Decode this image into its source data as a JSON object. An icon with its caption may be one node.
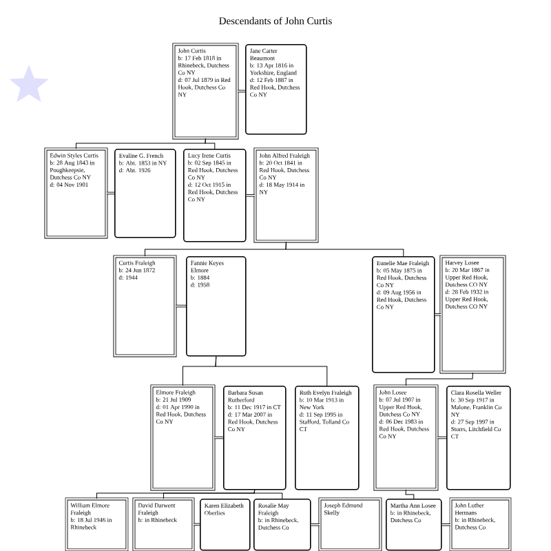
{
  "diagram": {
    "title": "Descendants of John Curtis",
    "nodes": [
      {
        "text": [
          "John Curtis",
          "b: 17 Feb 1818 in Rhinebeck, Dutchess Co NY",
          "d: 07 Jul 1879 in Red Hook, Dutchess Co NY"
        ]
      },
      {
        "text": [
          "Jane Carter Beaumont",
          "b: 13 Apr 1816 in Yorkshire, England",
          "d: 12 Feb 1887 in Red Hook, Dutchess Co NY"
        ]
      },
      {
        "text": [
          "Edwin Styles Curtis",
          "b: 28 Aug 1843 in Poughkeepsie, Dutchess Co NY",
          "d: 04 Nov 1901"
        ]
      },
      {
        "text": [
          "Evaline G. French",
          "b: Abt. 1853 in NY",
          "d: Abt. 1926"
        ]
      },
      {
        "text": [
          "Lucy Irene Curtis",
          "b: 02 Sep 1845 in Red Hook, Dutchess Co NY",
          "d: 12 Oct 1915 in Red Hook, Dutchess Co NY"
        ]
      },
      {
        "text": [
          "John Alfred Fraleigh",
          "b: 20 Oct 1841 in Red Hook, Dutchess Co NY",
          "d: 18 May 1914 in NY"
        ]
      },
      {
        "text": [
          "Curtis Fraleigh",
          "b: 24 Jun 1872",
          "d: 1944"
        ]
      },
      {
        "text": [
          "Fannie Keyes Elmore",
          "b: 1884",
          "d: 1958"
        ]
      },
      {
        "text": [
          "Eunelie Mae Fraleigh",
          "b: 05 May 1875 in Red Hook, Dutchess Co NY",
          "d: 09 Aug 1956 in Red Hook, Dutchess Co NY"
        ]
      },
      {
        "text": [
          "Harvey Losee",
          "b: 20 Mar 1867 in Upper Red Hook, Dutchess CO NY",
          "d: 28 Feb 1932 in Upper Red Hook, Dutchess CO NY"
        ]
      },
      {
        "text": [
          "Elmore Fraleigh",
          "b: 21 Jul 1909",
          "d: 01 Apr 1990 in Red Hook, Dutchess Co NY"
        ]
      },
      {
        "text": [
          "Barbara Susan Rutherford",
          "b: 11 Dec 1917 in CT",
          "d: 17 Mar 2007 in Red Hook, Dutchess Co NY"
        ]
      },
      {
        "text": [
          "Ruth Evelyn Fraleigh",
          "b: 10 Mar 1913 in New York",
          "d: 11 Sep 1995 in Stafford, Tolland Co CT"
        ]
      },
      {
        "text": [
          "John Losee",
          "b: 07 Jul 1907 in Upper Red Hook, Dutchess Co NY",
          "d: 06 Dec 1983 in Red Hook, Dutchess Co NY"
        ]
      },
      {
        "text": [
          "Clara Rosella Weller",
          "b: 30 Sep 1917 in Malone, Franklin Co NY",
          "d: 27 Sep 1997 in Storrs, Litchfield Co CT"
        ]
      },
      {
        "text": [
          "William Elmore Fraleigh",
          "b: 18 Jul 1946 in Rhinebeck"
        ]
      },
      {
        "text": [
          "David Darwent Fraleigh",
          "b: in Rhinebeck"
        ]
      },
      {
        "text": [
          "Karen Elizabeth Oberlies"
        ]
      },
      {
        "text": [
          "Rosalie May Fraleigh",
          "b: in Rhinebeck, Dutchess Co"
        ]
      },
      {
        "text": [
          "Joseph Edmund Skelly"
        ]
      },
      {
        "text": [
          "Martha Ann Losee",
          "b: in Rhinebeck, Dutchess Co"
        ]
      },
      {
        "text": [
          "John Luther Hermans",
          "b: in Rhinebeck, Dutchess Co"
        ]
      }
    ],
    "edges": [
      {
        "from": 0,
        "to": 1,
        "arrow": "none"
      },
      {
        "from": 0,
        "to": 2,
        "arrow": "none"
      },
      {
        "from": 0,
        "to": 4,
        "arrow": "none"
      },
      {
        "from": 2,
        "to": 3,
        "arrow": "none"
      },
      {
        "from": 4,
        "to": 5,
        "arrow": "none"
      },
      {
        "from": 5,
        "to": 6,
        "arrow": "none"
      },
      {
        "from": 5,
        "to": 8,
        "arrow": "none"
      },
      {
        "from": 6,
        "to": 7,
        "arrow": "none"
      },
      {
        "from": 8,
        "to": 9,
        "arrow": "none"
      },
      {
        "from": 7,
        "to": 10,
        "arrow": "none"
      },
      {
        "from": 7,
        "to": 12,
        "arrow": "none"
      },
      {
        "from": 9,
        "to": 13,
        "arrow": "none"
      },
      {
        "from": 10,
        "to": 11,
        "arrow": "none"
      },
      {
        "from": 13,
        "to": 14,
        "arrow": "none"
      },
      {
        "from": 11,
        "to": 15,
        "arrow": "none"
      },
      {
        "from": 11,
        "to": 16,
        "arrow": "none"
      },
      {
        "from": 11,
        "to": 18,
        "arrow": "none"
      },
      {
        "from": 16,
        "to": 17,
        "arrow": "none"
      },
      {
        "from": 18,
        "to": 19,
        "arrow": "none"
      },
      {
        "from": 13,
        "to": 20,
        "arrow": "none"
      },
      {
        "from": 20,
        "to": 21,
        "arrow": "none"
      }
    ]
  }
}
